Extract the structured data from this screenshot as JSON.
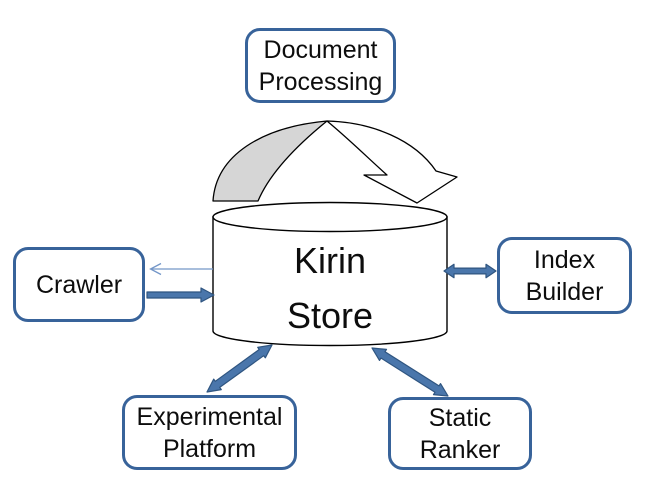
{
  "diagram": {
    "nodes": {
      "document_processing": {
        "lines": [
          "Document",
          "Processing"
        ]
      },
      "crawler": {
        "lines": [
          "Crawler"
        ]
      },
      "kirin_store": {
        "lines": [
          "Kirin",
          "Store"
        ]
      },
      "index_builder": {
        "lines": [
          "Index",
          "Builder"
        ]
      },
      "experimental_platform": {
        "lines": [
          "Experimental",
          "Platform"
        ]
      },
      "static_ranker": {
        "lines": [
          "Static",
          "Ranker"
        ]
      }
    },
    "connections": [
      {
        "from": "kirin_store",
        "to": "crawler",
        "style": "thin-line-arrow",
        "direction": "one-way"
      },
      {
        "from": "crawler",
        "to": "kirin_store",
        "style": "thick-block-arrow",
        "direction": "one-way"
      },
      {
        "from": "kirin_store",
        "to": "index_builder",
        "style": "thick-block-arrow",
        "direction": "two-way"
      },
      {
        "from": "kirin_store",
        "to": "experimental_platform",
        "style": "thick-block-arrow",
        "direction": "two-way"
      },
      {
        "from": "kirin_store",
        "to": "static_ranker",
        "style": "thick-block-arrow",
        "direction": "two-way"
      },
      {
        "from": "kirin_store",
        "to": "kirin_store",
        "style": "curved-cycle-arrow",
        "direction": "clockwise"
      }
    ],
    "colors": {
      "box_border": "#38639A",
      "arrow_fill": "#4A76AB",
      "arrow_stroke": "#2F5580",
      "thin_arrow": "#7396C8",
      "cycle_gray": "#D6D6D6",
      "shape_outline": "#000000",
      "background": "#FFFFFF",
      "text": "#0D0D0D"
    }
  }
}
